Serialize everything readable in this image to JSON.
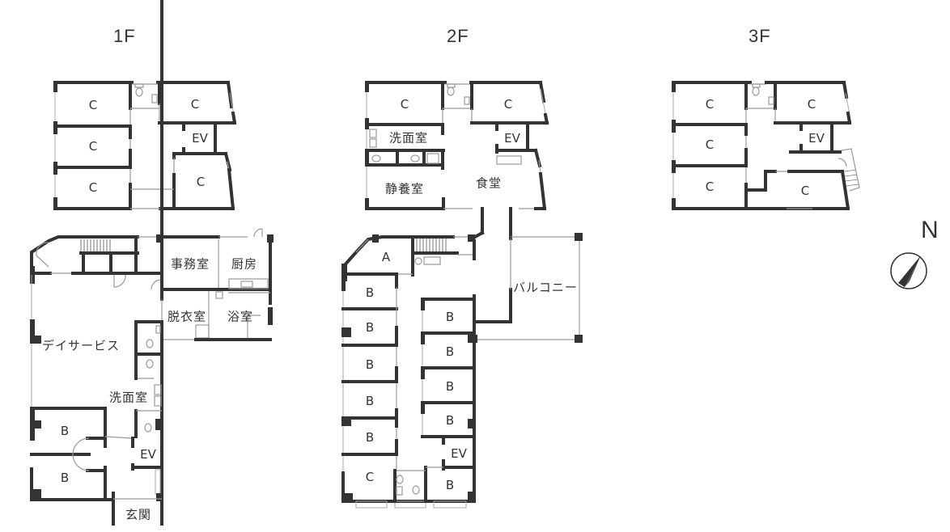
{
  "floors": [
    {
      "title": "1F",
      "rooms": {
        "c1": "C",
        "c2": "C",
        "c3": "C",
        "c4": "C",
        "ev": "EV",
        "office": "事務室",
        "kitchen": "厨房",
        "changing": "脱衣室",
        "bath": "浴室",
        "dayservice": "デイサービス",
        "washroom": "洗面室",
        "b1": "B",
        "b2": "B",
        "ev2": "EV",
        "entrance": "玄関"
      }
    },
    {
      "title": "2F",
      "rooms": {
        "c1": "C",
        "c2": "C",
        "washroom": "洗面室",
        "ev": "EV",
        "dining": "食堂",
        "rest": "静養室",
        "a": "A",
        "balcony": "バルコニー",
        "bl1": "B",
        "bl2": "B",
        "bl3": "B",
        "bl4": "B",
        "bl5": "B",
        "cl": "C",
        "br1": "B",
        "br2": "B",
        "br3": "B",
        "br4": "B",
        "ev2": "EV",
        "br5": "B"
      }
    },
    {
      "title": "3F",
      "rooms": {
        "c1": "C",
        "c2": "C",
        "c3": "C",
        "c4": "C",
        "ev": "EV",
        "c5": "C"
      }
    }
  ],
  "compass": {
    "label": "N",
    "icon": "north-arrow-icon"
  }
}
